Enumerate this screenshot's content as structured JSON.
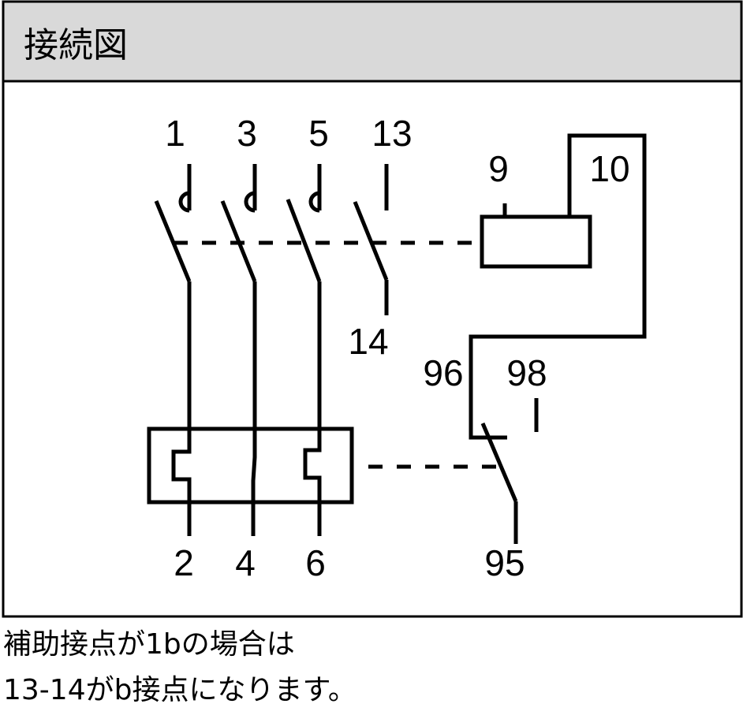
{
  "title": "接続図",
  "terminals": {
    "t1": "1",
    "t3": "3",
    "t5": "5",
    "t13": "13",
    "t9": "9",
    "t10": "10",
    "t14": "14",
    "t96": "96",
    "t98": "98",
    "t2": "2",
    "t4": "4",
    "t6": "6",
    "t95": "95"
  },
  "caption": {
    "line1": "補助接点が1bの場合は",
    "line2": "13-14がb接点になります。"
  }
}
